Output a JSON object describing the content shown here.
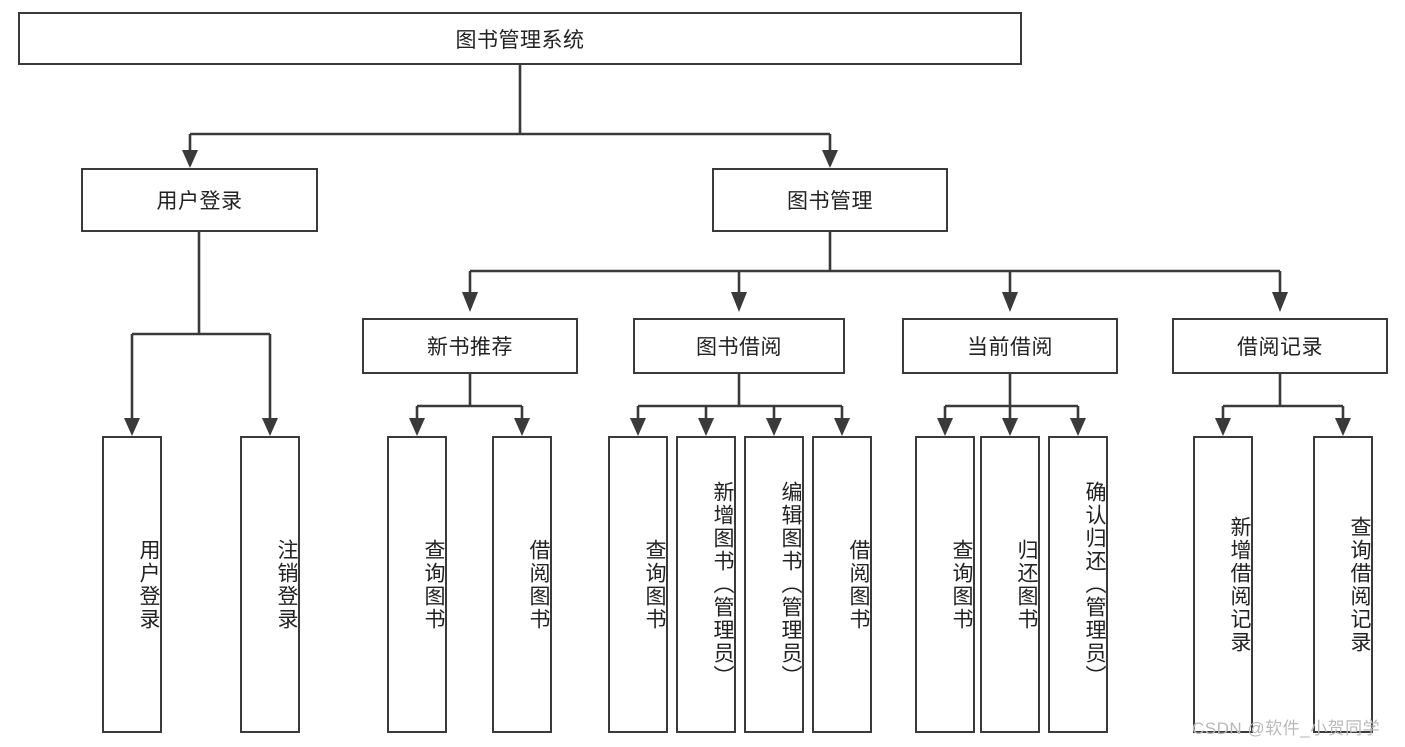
{
  "diagram": {
    "title_node": {
      "label": "图书管理系统"
    },
    "level2": [
      {
        "label": "用户登录"
      },
      {
        "label": "图书管理"
      }
    ],
    "level3": [
      {
        "label": "新书推荐"
      },
      {
        "label": "图书借阅"
      },
      {
        "label": "当前借阅"
      },
      {
        "label": "借阅记录"
      }
    ],
    "leaves": {
      "user_login": [
        {
          "label": "用户登录"
        },
        {
          "label": "注销登录"
        }
      ],
      "new_book_recommend": [
        {
          "label": "查询图书"
        },
        {
          "label": "借阅图书"
        }
      ],
      "book_borrow": [
        {
          "label": "查询图书"
        },
        {
          "label": "新增图书（管理员）"
        },
        {
          "label": "编辑图书（管理员）"
        },
        {
          "label": "借阅图书"
        }
      ],
      "current_borrow": [
        {
          "label": "查询图书"
        },
        {
          "label": "归还图书"
        },
        {
          "label": "确认归还（管理员）"
        }
      ],
      "borrow_records": [
        {
          "label": "新增借阅记录"
        },
        {
          "label": "查询借阅记录"
        }
      ]
    }
  },
  "watermark": {
    "text": "CSDN @软件_小贺同学"
  },
  "colors": {
    "stroke": "#3a3a3a",
    "text": "#222222",
    "background": "#ffffff",
    "watermark": "#b9b9b9"
  }
}
